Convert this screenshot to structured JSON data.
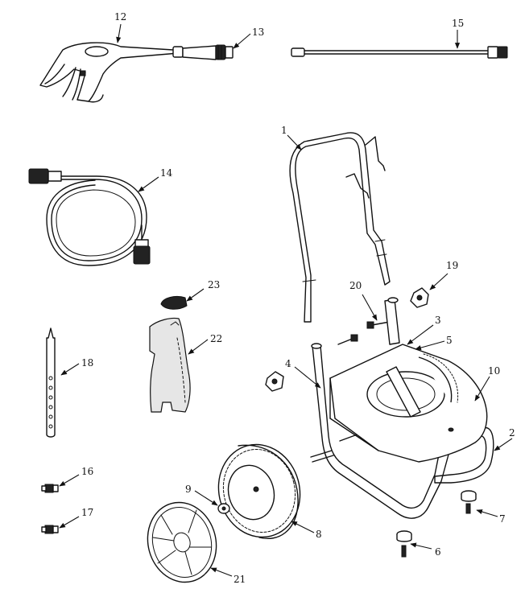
{
  "callouts": {
    "c1": "1",
    "c2": "2",
    "c3": "3",
    "c4": "4",
    "c5": "5",
    "c6": "6",
    "c7": "7",
    "c8": "8",
    "c9": "9",
    "c10": "10",
    "c12": "12",
    "c13": "13",
    "c14": "14",
    "c15": "15",
    "c16": "16",
    "c17": "17",
    "c18": "18",
    "c19": "19",
    "c20": "20",
    "c21": "21",
    "c22": "22",
    "c23": "23"
  }
}
